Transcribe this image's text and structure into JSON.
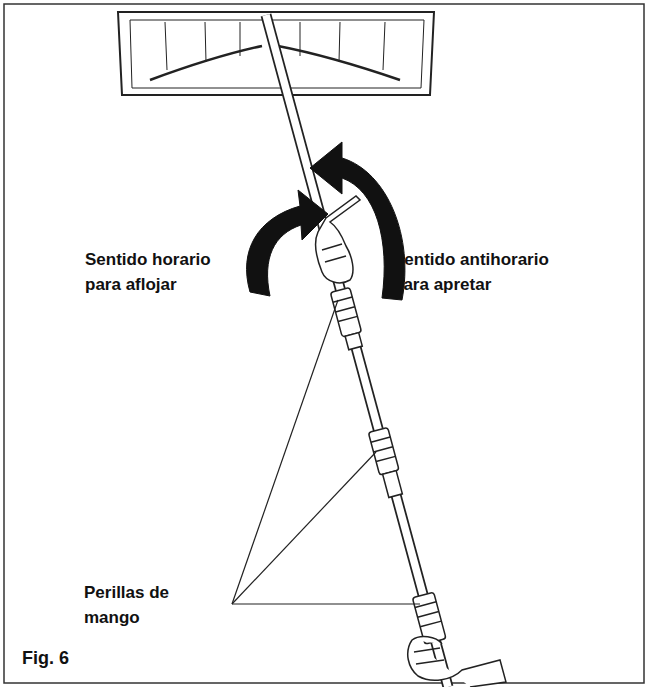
{
  "diagram": {
    "caption": "Fig. 6",
    "labels": [
      "Sentido horario para aflojar",
      "Sentido antihorario para apretar",
      "Perillas de mango"
    ]
  }
}
